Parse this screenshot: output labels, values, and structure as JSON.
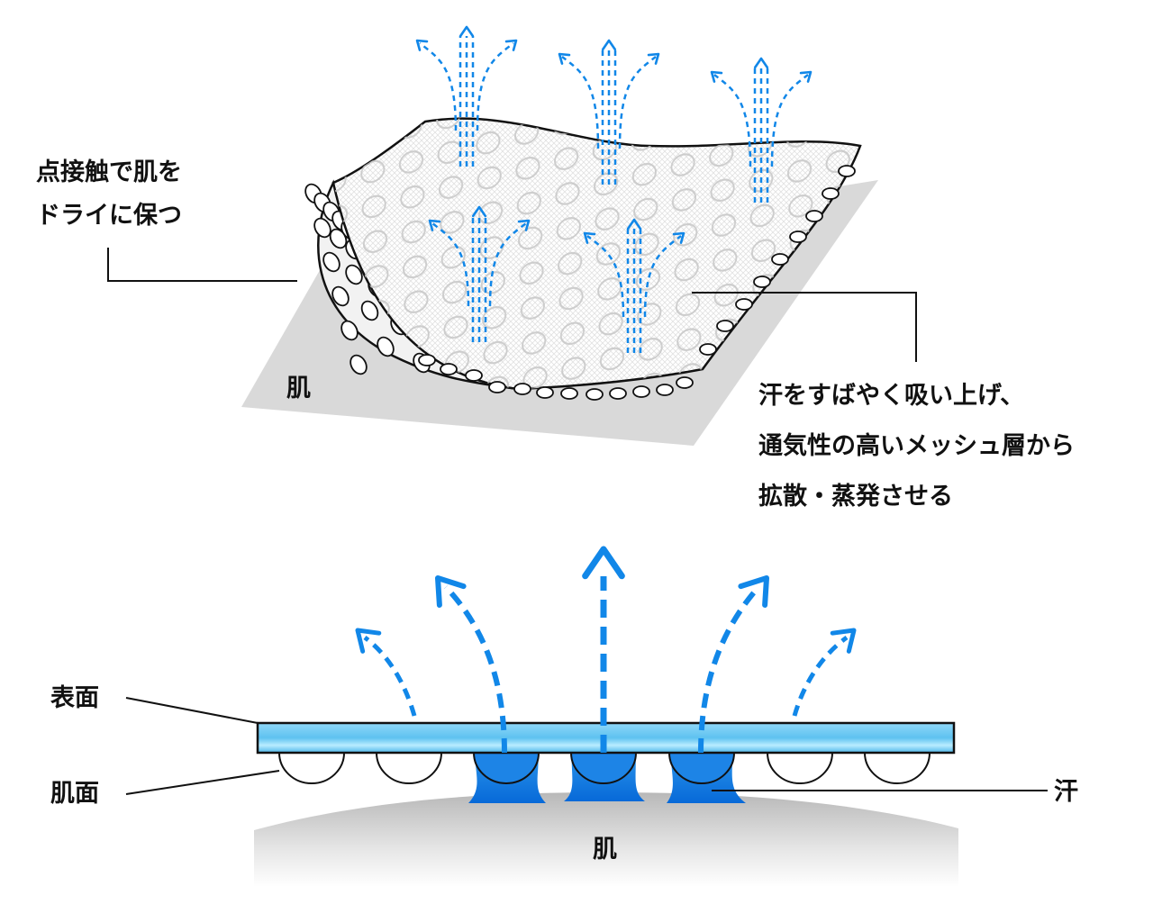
{
  "top_diagram": {
    "left_callout": [
      "点接触で肌を",
      "ドライに保つ"
    ],
    "right_callout": [
      "汗をすばやく吸い上げ、",
      "通気性の高いメッシュ層から",
      "拡散・蒸発させる"
    ],
    "skin_label": "肌"
  },
  "bottom_diagram": {
    "surface_label": "表面",
    "skin_side_label": "肌面",
    "sweat_label": "汗",
    "skin_label": "肌"
  },
  "colors": {
    "arrow_blue": "#1187e8",
    "layer_blue": "#7fd0f5",
    "sweat_blue": "#0a74e0",
    "skin_gray": "#d4d4d4",
    "outline": "#111111"
  }
}
